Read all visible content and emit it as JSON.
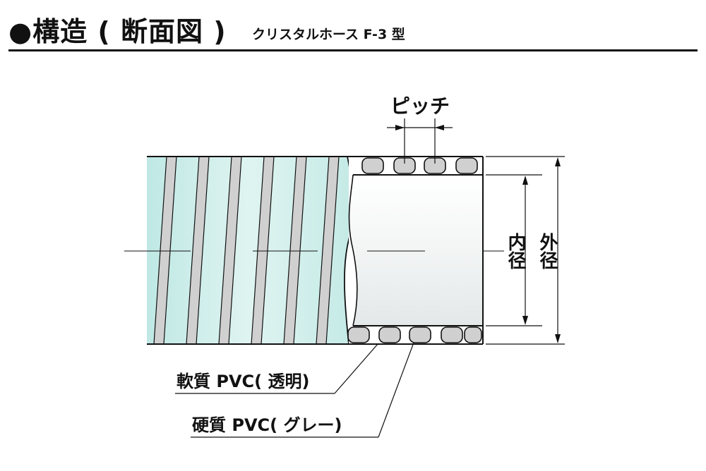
{
  "title": {
    "main": "●構造 ( 断面図 )",
    "sub": "クリスタルホース F-3 型"
  },
  "labels": {
    "pitch": "ピッチ",
    "inner_diameter": "内径",
    "outer_diameter": "外径",
    "soft_pvc": "軟質 PVC( 透明)",
    "hard_pvc": "硬質 PVC( グレー)"
  },
  "colors": {
    "hose_tint": "#c8ece6",
    "rib_gray": "#d0d0d0",
    "line": "#111111"
  }
}
